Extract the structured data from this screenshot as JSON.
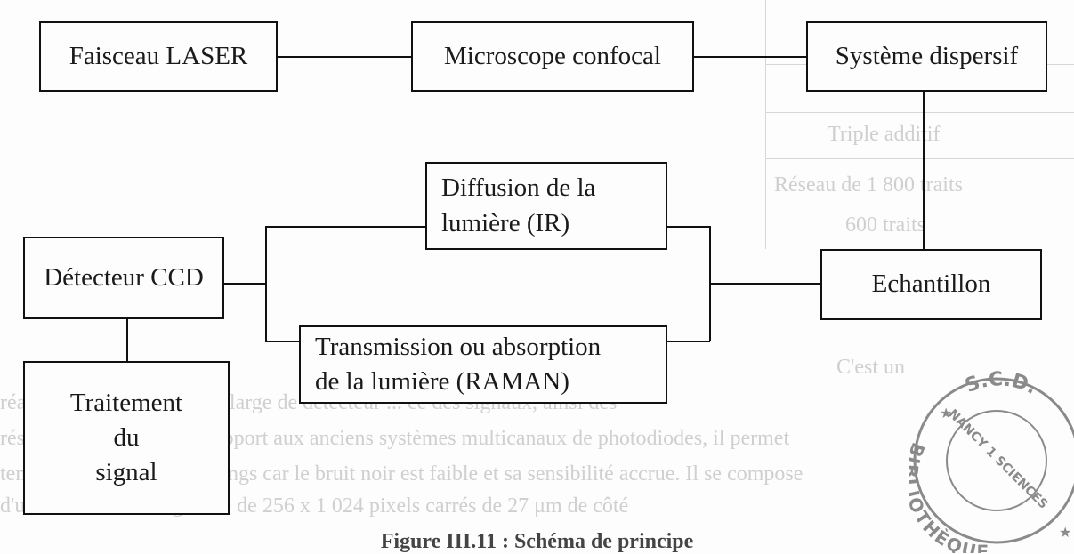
{
  "nodes": {
    "laser": "Faisceau LASER",
    "microscope": "Microscope confocal",
    "dispersif": "Système dispersif",
    "diffusion": [
      "Diffusion de la",
      "lumière (IR)"
    ],
    "detecteur": "Détecteur CCD",
    "echantillon": "Echantillon",
    "transmission": [
      "Transmission ou absorption",
      "de la lumière (RAMAN)"
    ],
    "traitement": [
      "Traitement",
      "du",
      "signal"
    ]
  },
  "stamp": {
    "top": "S.C.D.",
    "left": "BIBLIOTHÈQUE",
    "inner": "NANCY 1 SCIENCES",
    "color": "#8a8a8a"
  },
  "caption": "Figure III.11 : Schéma de principe"
}
